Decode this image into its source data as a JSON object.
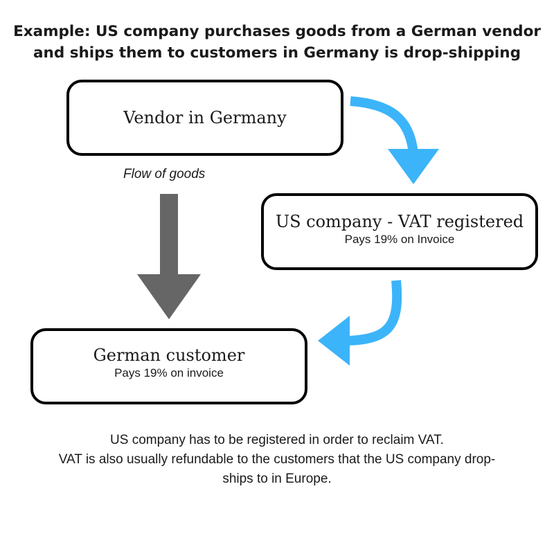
{
  "title": {
    "line1": "Example: US company purchases goods from a German vendor",
    "line2": "and ships them to customers in Germany is drop-shipping"
  },
  "nodes": {
    "vendor": {
      "label": "Vendor in Germany"
    },
    "us_company": {
      "label": "US company - VAT registered",
      "note": "Pays 19% on Invoice"
    },
    "customer": {
      "label": "German customer",
      "note": "Pays 19% on invoice"
    }
  },
  "flow_label": "Flow of goods",
  "footer": {
    "line1": "US company has to be registered in order to reclaim VAT.",
    "line2": "VAT is also usually refundable to the customers that the US company drop-",
    "line3": "ships to in Europe."
  },
  "colors": {
    "flow_arrow": "#666666",
    "curved_arrow": "#3cb4fa",
    "box_border": "#000000",
    "text": "#1a1a1a"
  },
  "icons": {
    "flow_arrow": "down-arrow-icon",
    "curved_arrows": "curved-arrow-icon"
  }
}
